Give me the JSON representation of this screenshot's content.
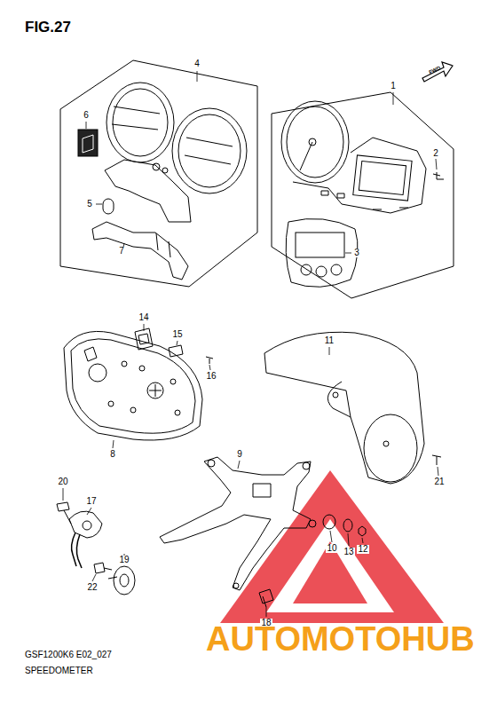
{
  "diagram": {
    "title": "FIG.27",
    "labels": [
      "FWD",
      "4",
      "1",
      "6",
      "2",
      "5",
      "3",
      "7",
      "14",
      "15",
      "16",
      "8",
      "11",
      "9",
      "21",
      "20",
      "17",
      "19",
      "10",
      "13",
      "12",
      "22",
      "18",
      "GSF1200K6 E02_027",
      "SPEEDOMETER",
      "AUTOMOTOHUB"
    ]
  }
}
